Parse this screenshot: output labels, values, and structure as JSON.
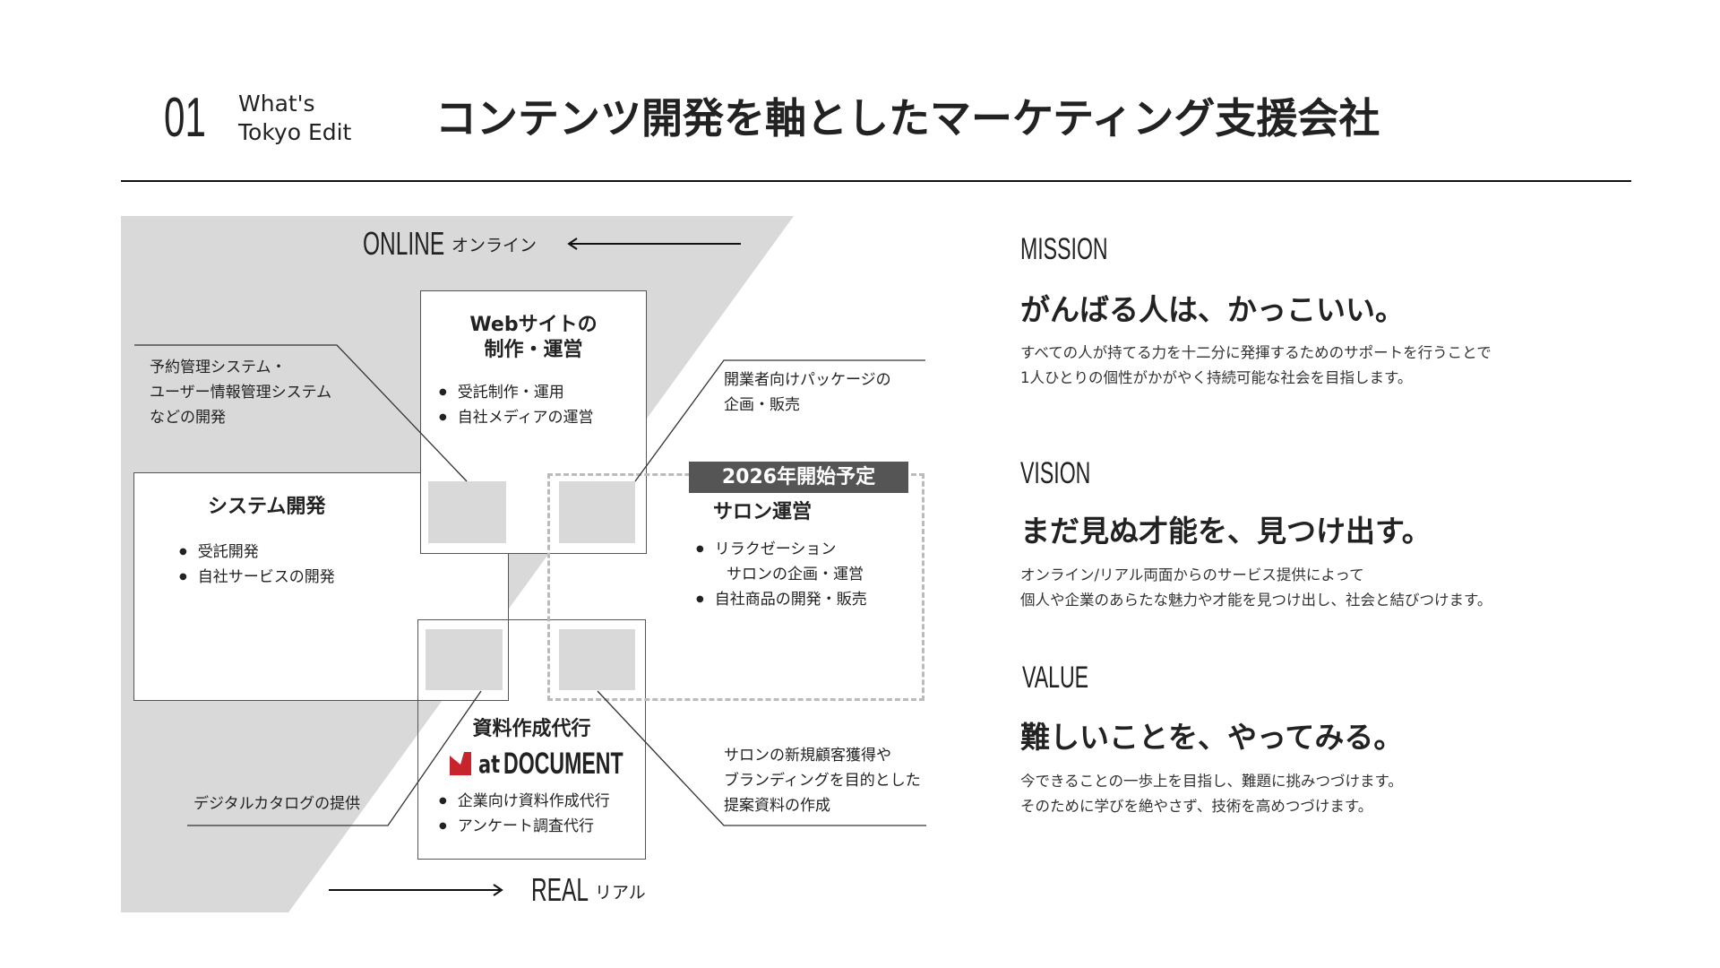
{
  "header": {
    "number": "01",
    "subtitle_line1": "What's",
    "subtitle_line2": "Tokyo Edit",
    "title": "コンテンツ開発を軸としたマーケティング支援会社"
  },
  "diagram": {
    "online_label": "ONLINE",
    "online_jp": "オンライン",
    "real_label": "REAL",
    "real_jp": "リアル",
    "web": {
      "title_line1": "Webサイトの",
      "title_line2": "制作・運営",
      "bullets": [
        "受託制作・運用",
        "自社メディアの運営"
      ]
    },
    "system": {
      "title": "システム開発",
      "bullets": [
        "受託開発",
        "自社サービスの開発"
      ]
    },
    "salon": {
      "badge": "2026年開始予定",
      "title": "サロン運営",
      "bullets": [
        "リラクゼーション",
        "サロンの企画・運営",
        "自社商品の開発・販売"
      ]
    },
    "document": {
      "title": "資料作成代行",
      "logo_text_at": "at",
      "logo_text": "DOCUMENT",
      "bullets": [
        "企業向け資料作成代行",
        "アンケート調査代行"
      ]
    },
    "callouts": {
      "top_left": [
        "予約管理システム・",
        "ユーザー情報管理システム",
        "などの開発"
      ],
      "top_right": [
        "開業者向けパッケージの",
        "企画・販売"
      ],
      "bottom_left": [
        "デジタルカタログの提供"
      ],
      "bottom_right": [
        "サロンの新規顧客獲得や",
        "ブランディングを目的とした",
        "提案資料の作成"
      ]
    },
    "colors": {
      "gray_bg": "#d9d9d9",
      "badge": "#555555",
      "logo_red": "#c8242b"
    }
  },
  "mission": {
    "label": "MISSION",
    "heading": "がんばる人は、かっこいい。",
    "body": [
      "すべての人が持てる力を十二分に発揮するためのサポートを行うことで",
      "1人ひとりの個性がかがやく持続可能な社会を目指します。"
    ]
  },
  "vision": {
    "label": "VISION",
    "heading": "まだ見ぬ才能を、見つけ出す。",
    "body": [
      "オンライン/リアル両面からのサービス提供によって",
      "個人や企業のあらたな魅力や才能を見つけ出し、社会と結びつけます。"
    ]
  },
  "value": {
    "label": "VALUE",
    "heading": "難しいことを、やってみる。",
    "body": [
      "今できることの一歩上を目指し、難題に挑みつづけます。",
      "そのために学びを絶やさず、技術を高めつづけます。"
    ]
  }
}
